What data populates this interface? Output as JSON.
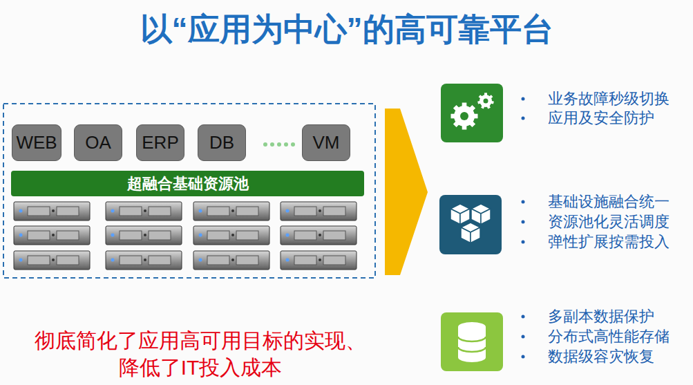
{
  "diagram": {
    "title": "以“应用为中心”的高可靠平台",
    "nodes": [
      {
        "text": [
          "WEB"
        ]
      },
      {
        "text": [
          "OA"
        ]
      },
      {
        "text": [
          "ERP"
        ]
      },
      {
        "text": [
          "DB"
        ]
      },
      {
        "text": [
          "VM"
        ]
      },
      {
        "text": [
          "超融合基础资源池"
        ]
      }
    ],
    "labels": [
      "业务故障秒级切换",
      "应用及安全防护",
      "基础设施融合统一",
      "资源池化灵活调度",
      "弹性扩展按需投入",
      "多副本数据保护",
      "分布式高性能存储",
      "数据级容灾恢复",
      "彻底简化了应用高可用目标的实现、 降低了IT投入成本"
    ]
  }
}
